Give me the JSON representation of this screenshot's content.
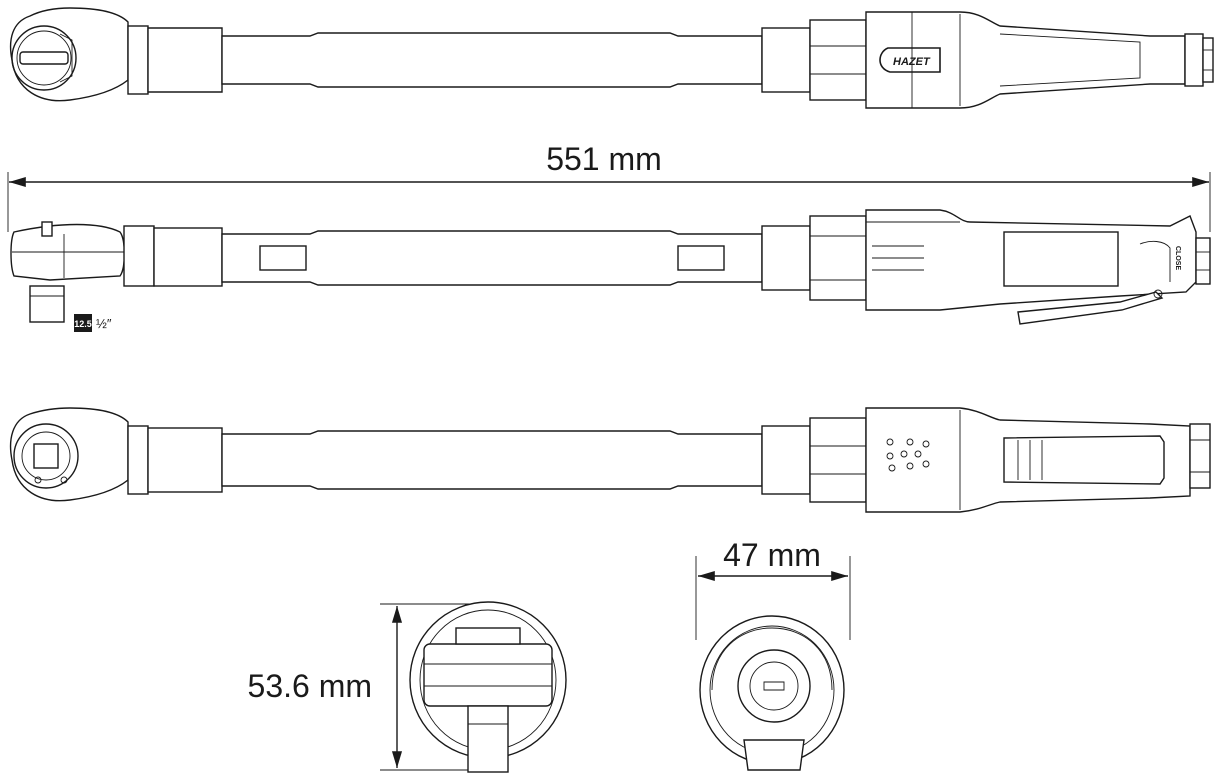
{
  "brand": {
    "logo_text": "HAZET"
  },
  "dimensions": {
    "overall_length": "551 mm",
    "head_width": "47 mm",
    "head_height": "53.6 mm"
  },
  "drive": {
    "badge": "12.5",
    "size": "½″"
  },
  "side_label": "CLOSE"
}
